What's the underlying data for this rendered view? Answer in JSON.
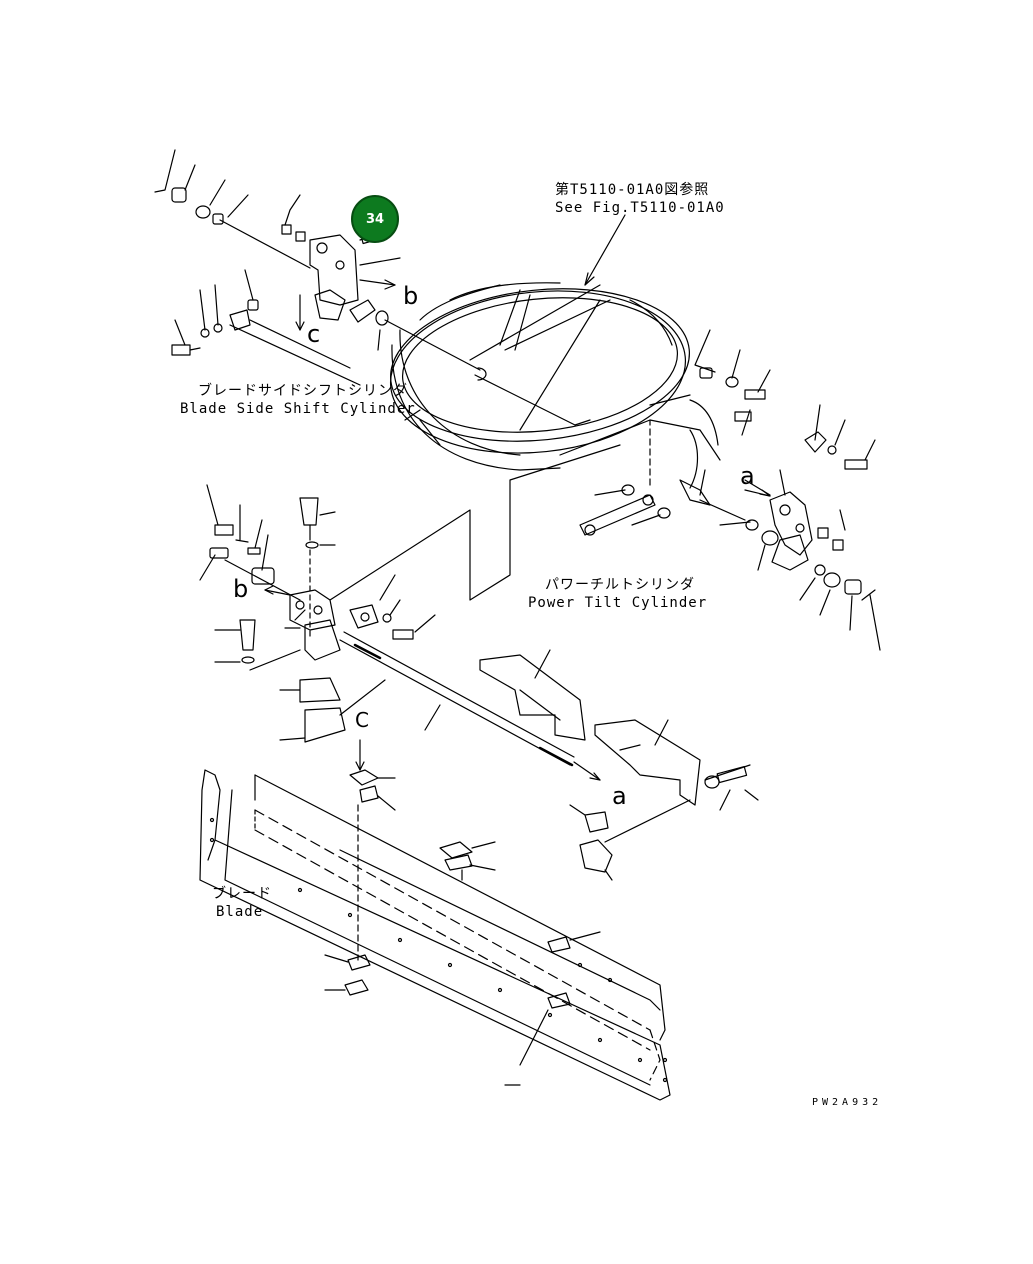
{
  "callout": {
    "number": "34",
    "color": "#0d7a1f"
  },
  "reference": {
    "ja": "第T5110-01A0図参照",
    "en": "See Fig.T5110-01A0"
  },
  "labels": {
    "side_shift_ja": "ブレードサイドシフトシリンダ",
    "side_shift_en": "Blade Side Shift Cylinder",
    "tilt_ja": "パワーチルトシリンダ",
    "tilt_en": "Power Tilt Cylinder",
    "blade_ja": "ブレード",
    "blade_en": "Blade"
  },
  "markers": {
    "a": "a",
    "b": "b",
    "c": "c",
    "C": "C"
  },
  "drawing_code": "PW2A932"
}
